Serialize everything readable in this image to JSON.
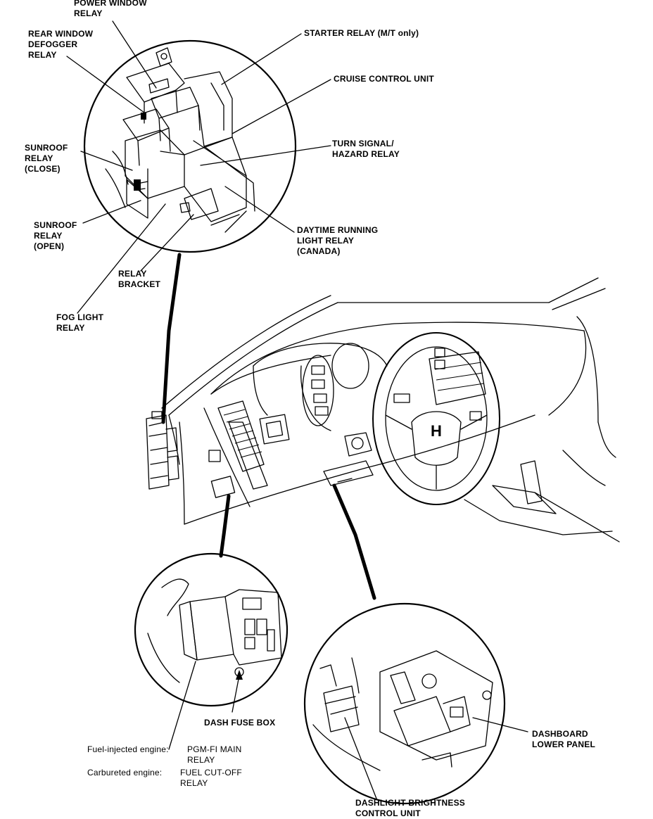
{
  "labels": {
    "power_window_relay": [
      "POWER WINDOW",
      "RELAY"
    ],
    "rear_window_defogger_relay": [
      "REAR WINDOW",
      "DEFOGGER",
      "RELAY"
    ],
    "starter_relay": [
      "STARTER RELAY (M/T only)"
    ],
    "cruise_control_unit": [
      "CRUISE CONTROL UNIT"
    ],
    "turn_signal_hazard_relay": [
      "TURN SIGNAL/",
      "HAZARD RELAY"
    ],
    "sunroof_relay_close": [
      "SUNROOF",
      "RELAY",
      "(CLOSE)"
    ],
    "sunroof_relay_open": [
      "SUNROOF",
      "RELAY",
      "(OPEN)"
    ],
    "daytime_running_light_relay": [
      "DAYTIME RUNNING",
      "LIGHT RELAY",
      "(CANADA)"
    ],
    "relay_bracket": [
      "RELAY",
      "BRACKET"
    ],
    "fog_light_relay": [
      "FOG LIGHT",
      "RELAY"
    ],
    "dash_fuse_box": [
      "DASH FUSE BOX"
    ],
    "dashboard_lower_panel": [
      "DASHBOARD",
      "LOWER PANEL"
    ],
    "dashlight_brightness_control_unit": [
      "DASHLIGHT BRIGHTNESS",
      "CONTROL UNIT"
    ],
    "fuel_injected_prefix": "Fuel-injected engine:",
    "fuel_injected_value": [
      "PGM-FI MAIN",
      "RELAY"
    ],
    "carbureted_prefix": "Carbureted engine:",
    "carbureted_value": [
      "FUEL CUT-OFF",
      "RELAY"
    ]
  },
  "emblem": "H"
}
